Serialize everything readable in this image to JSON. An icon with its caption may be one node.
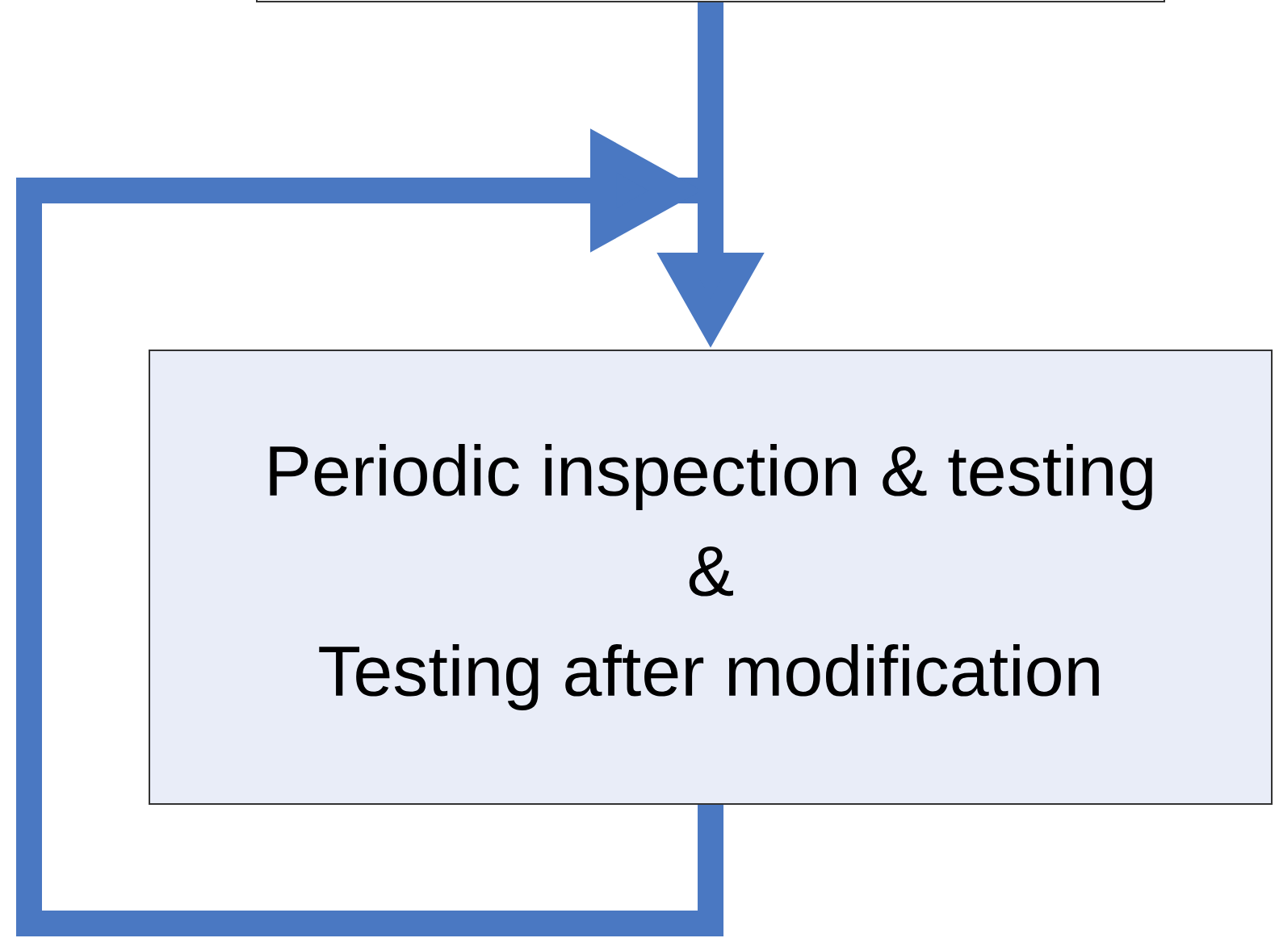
{
  "diagram": {
    "nodes": [
      {
        "text": [],
        "shape": "box"
      },
      {
        "text": [
          "Periodic inspection & testing",
          "&",
          "Testing after modification"
        ]
      }
    ],
    "edges": [
      {
        "from": 0,
        "to": 1,
        "arrow": "to"
      },
      {
        "from": 1,
        "to": 1,
        "arrow": "to"
      }
    ]
  }
}
